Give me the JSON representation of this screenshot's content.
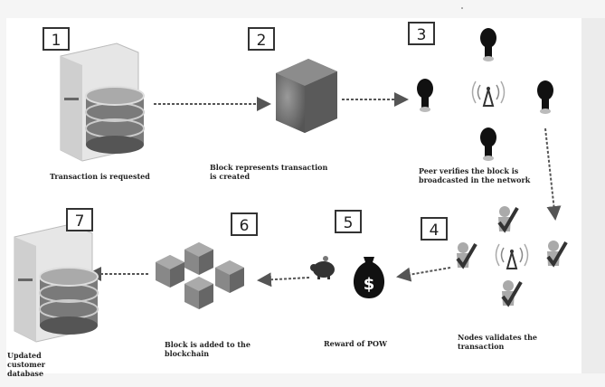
{
  "steps": [
    {
      "number": "1",
      "caption": "Transaction is requested"
    },
    {
      "number": "2",
      "caption": "Block represents transaction is created"
    },
    {
      "number": "3",
      "caption": "Peer verifies the block is broadcasted in the network"
    },
    {
      "number": "4",
      "caption": "Nodes validates the transaction"
    },
    {
      "number": "5",
      "caption": "Reward of POW"
    },
    {
      "number": "6",
      "caption": "Block is added to the blockchain"
    },
    {
      "number": "7",
      "caption": "Updated customer database"
    }
  ],
  "icons": {
    "server": "server-database-icon",
    "block": "cube-block-icon",
    "peer_unknown": "question-peer-icon",
    "peer_verified": "checkmark-peer-icon",
    "broadcast": "antenna-tower-icon",
    "reward": "money-bag-icon",
    "piggy": "piggy-bank-icon",
    "chain": "blockchain-cubes-icon"
  },
  "colors": {
    "arrow": "#555555",
    "server_body": "#d8d8d8",
    "disk": "#8a8a8a",
    "dark": "#222222"
  }
}
